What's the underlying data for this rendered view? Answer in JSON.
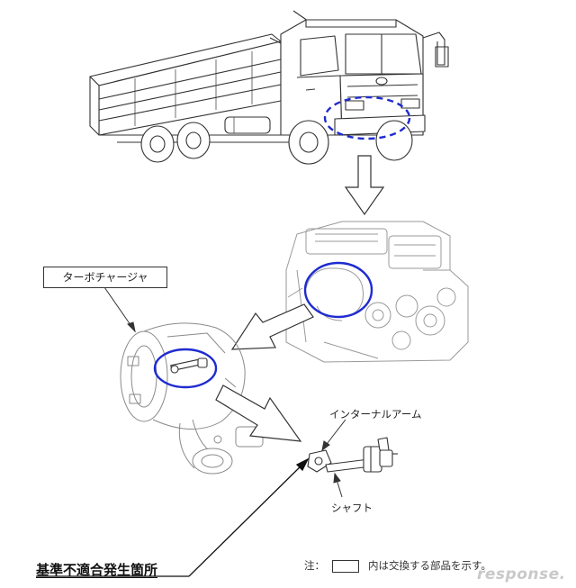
{
  "labels": {
    "turbocharger": "ターボチャージャ",
    "internal_arm": "インターナルアーム",
    "shaft": "シャフト",
    "defect_location": "基準不適合発生箇所"
  },
  "note": {
    "prefix": "注：",
    "text": "内は交換する部品を示す。"
  },
  "watermark": "response.",
  "colors": {
    "highlight": "#1f2bd0",
    "line": "#333333",
    "light_line": "#9a9a9a"
  }
}
